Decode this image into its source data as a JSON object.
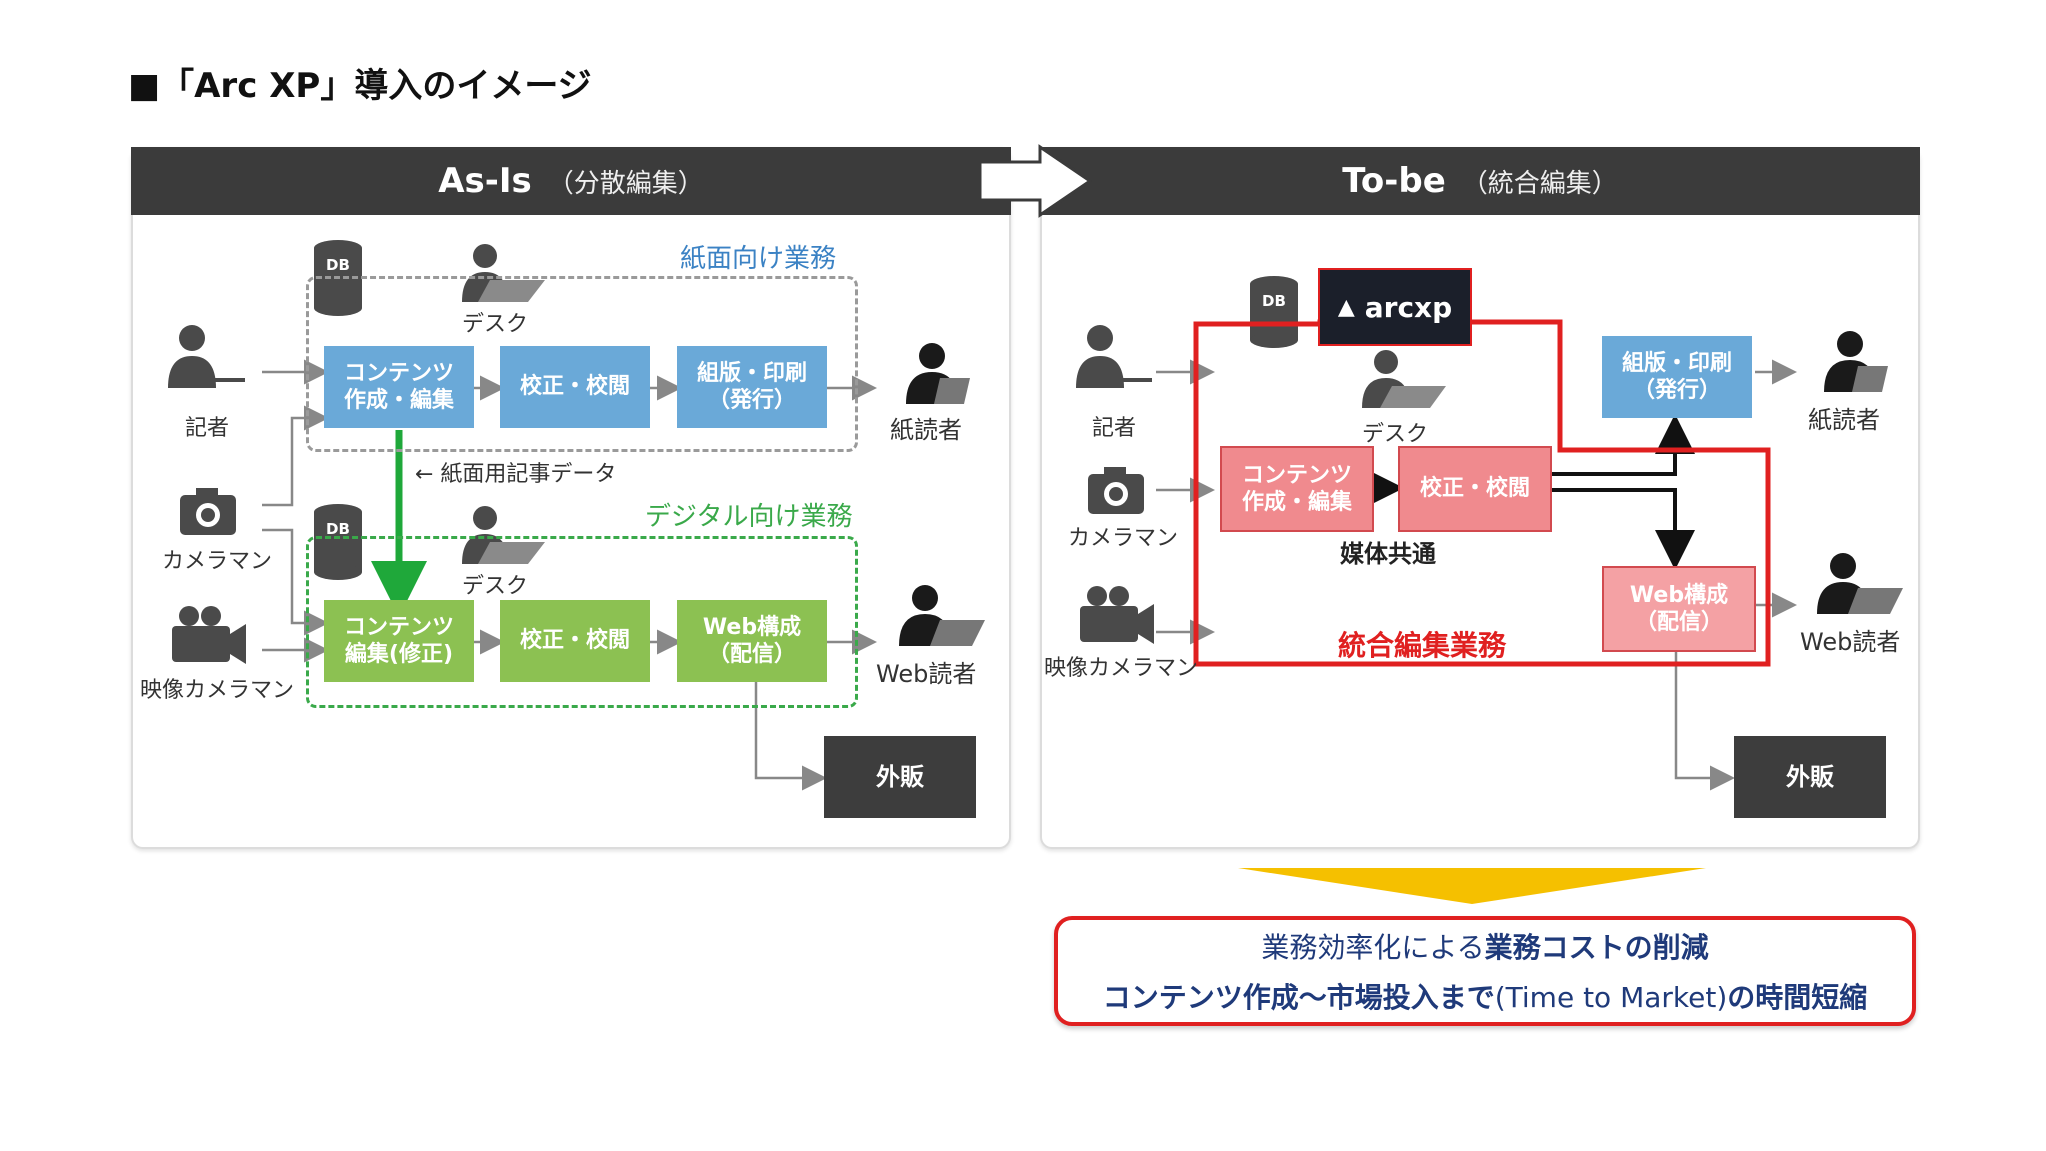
{
  "title": "■「Arc XP」導入のイメージ",
  "as_is": {
    "heading": "As-Is",
    "heading_sub": "（分散編集）",
    "paper_group": "紙面向け業務",
    "digital_group": "デジタル向け業務",
    "db": "DB",
    "desk": "デスク",
    "reporter": "記者",
    "camera": "カメラマン",
    "video": "映像カメラマン",
    "paper_content": "コンテンツ\n作成・編集",
    "proof": "校正・校閲",
    "typeset": "組版・印刷\n（発行）",
    "paper_reader": "紙読者",
    "article_data": "← 紙面用記事データ",
    "digital_content": "コンテンツ\n編集(修正)",
    "web_build": "Web構成\n（配信）",
    "web_reader": "Web読者",
    "resale": "外販"
  },
  "to_be": {
    "heading": "To-be",
    "heading_sub": "（統合編集）",
    "db": "DB",
    "logo": "arcxp",
    "desk": "デスク",
    "reporter": "記者",
    "camera": "カメラマン",
    "video": "映像カメラマン",
    "content": "コンテンツ\n作成・編集",
    "proof": "校正・校閲",
    "common": "媒体共通",
    "typeset": "組版・印刷\n（発行）",
    "paper_reader": "紙読者",
    "web_build": "Web構成\n（配信）",
    "web_reader": "Web読者",
    "integrated": "統合編集業務",
    "resale": "外販"
  },
  "result": {
    "line1_a": "業務効率化による",
    "line1_b": "業務コストの削減",
    "line2_a": "コンテンツ作成～市場投入まで",
    "line2_b": "(Time to Market)",
    "line2_c": "の時間短縮"
  },
  "colors": {
    "header_bg": "#3b3b3b",
    "blue_box": "#6aa9d8",
    "green_box": "#8cc152",
    "pink_box": "#f08a8e",
    "red": "#e02020",
    "accent_yellow": "#f5c000"
  }
}
